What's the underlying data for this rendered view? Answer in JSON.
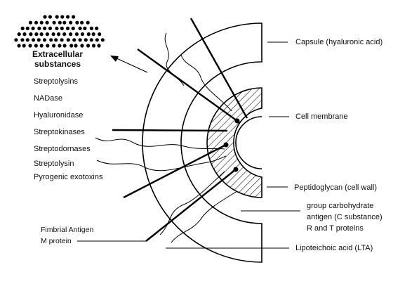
{
  "extracellular": {
    "title_line1": "Extracellular",
    "title_line2": "substances",
    "items": [
      "Streptolysins",
      "NADase",
      "Hyaluronidase",
      "Streptokinases",
      "Streptodornases",
      "Streptolysin",
      "Pyrogenic exotoxins"
    ]
  },
  "left_labels": {
    "fimbrial_antigen": "Fimbrial Antigen",
    "m_protein": "M protein"
  },
  "right_labels": {
    "capsule": "Capsule  (hyaluronic acid)",
    "cell_membrane": "Cell membrane",
    "peptidoglycan": "Peptidoglycan (cell wall)",
    "group_carb_line1": "group carbohydrate",
    "group_carb_line2": "antigen (C substance)",
    "rt_proteins": "R and T proteins",
    "lta": "Lipoteichoic acid (LTA)"
  }
}
